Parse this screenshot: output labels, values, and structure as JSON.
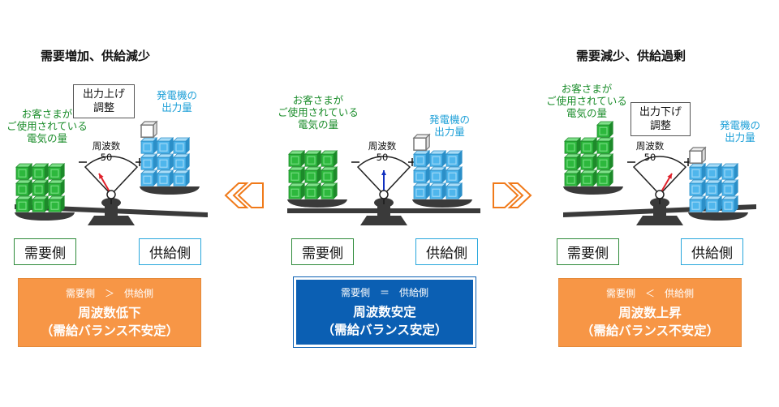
{
  "panels": [
    {
      "heading": "需要増加、供給減少",
      "demand_label": "お客さまが\nご使用されている\n電気の量",
      "supply_label": "発電機の\n出力量",
      "callout": "出力上げ\n調整",
      "gauge_title": "周波数",
      "gauge_value": "50",
      "minus": "−",
      "plus": "+",
      "demand_side": "需要側",
      "supply_side": "供給側",
      "result_relation": "需要側　＞　供給側",
      "result_line1": "周波数低下",
      "result_line2": "（需給バランス不安定）",
      "result_color": "orange",
      "needle_angle": -30,
      "needle_color": "#e0202a",
      "tilt": -5
    },
    {
      "heading": "",
      "demand_label": "お客さまが\nご使用されている\n電気の量",
      "supply_label": "発電機の\n出力量",
      "callout": "",
      "gauge_title": "周波数",
      "gauge_value": "50",
      "minus": "−",
      "plus": "+",
      "demand_side": "需要側",
      "supply_side": "供給側",
      "result_relation": "需要側　＝　供給側",
      "result_line1": "周波数安定",
      "result_line2": "（需給バランス安定）",
      "result_color": "blue",
      "needle_angle": 0,
      "needle_color": "#1030c0",
      "tilt": 0
    },
    {
      "heading": "需要減少、供給過剰",
      "demand_label": "お客さまが\nご使用されている\n電気の量",
      "supply_label": "発電機の\n出力量",
      "callout": "出力下げ\n調整",
      "gauge_title": "周波数",
      "gauge_value": "50",
      "minus": "−",
      "plus": "+",
      "demand_side": "需要側",
      "supply_side": "供給側",
      "result_relation": "需要側　＜　供給側",
      "result_line1": "周波数上昇",
      "result_line2": "（需給バランス不安定）",
      "result_color": "orange",
      "needle_angle": 30,
      "needle_color": "#e0202a",
      "tilt": 5
    }
  ],
  "colors": {
    "green_cube": "#2db83d",
    "blue_cube": "#4fb6ec",
    "orange": "#f79646",
    "stable_blue": "#0b5fb3",
    "scale_dark": "#3a3a3a",
    "arrow_orange": "#f07a1a"
  },
  "arrows": {
    "left": "left-double-chevron",
    "right": "right-double-chevron"
  }
}
